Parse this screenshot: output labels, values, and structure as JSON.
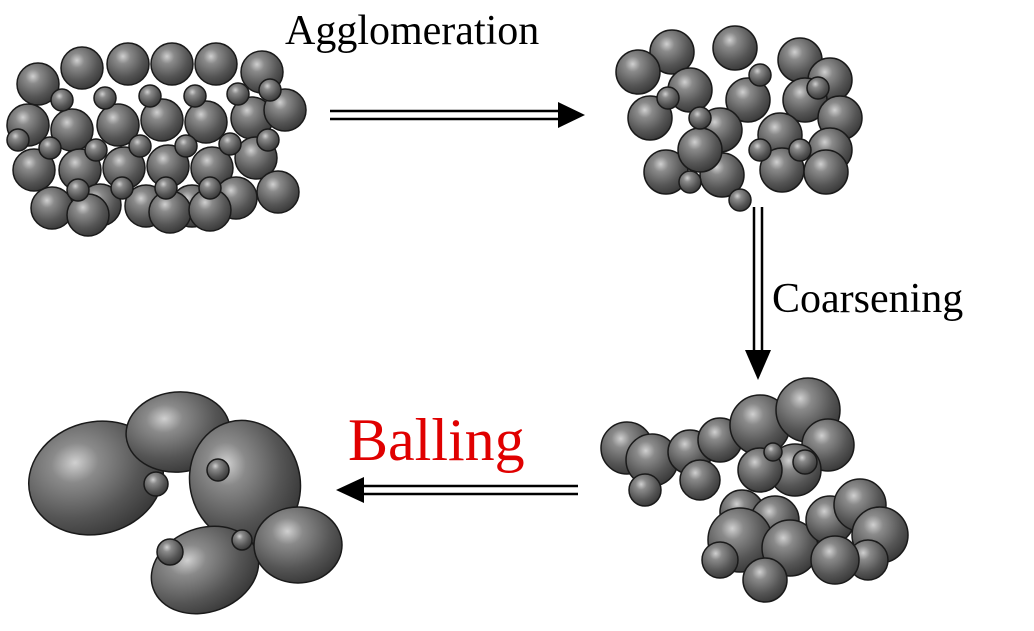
{
  "labels": {
    "agglomeration": "Agglomeration",
    "coarsening": "Coarsening",
    "balling": "Balling"
  },
  "colors": {
    "particle_fill": "#5a5a5a",
    "particle_highlight": "#c8c8c8",
    "particle_outline": "#1a1a1a",
    "arrow": "#000000",
    "balling_text": "#e00000",
    "text": "#000000"
  }
}
